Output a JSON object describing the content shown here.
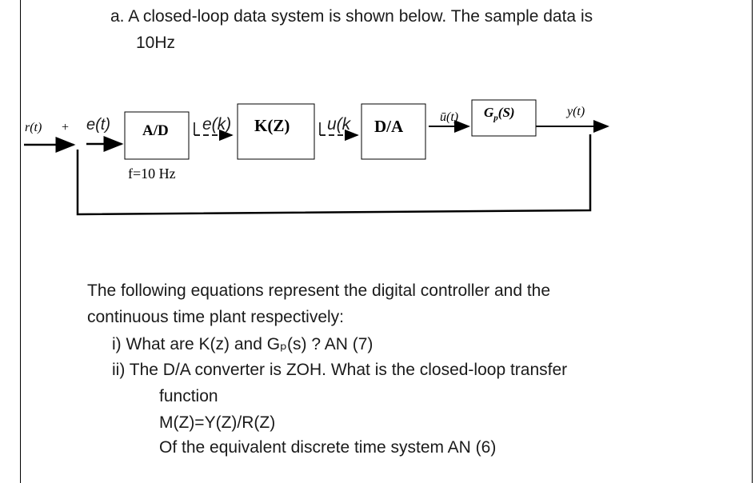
{
  "question": {
    "title_line1": "a. A closed-loop data system is shown below. The sample data is",
    "title_line2": "10Hz"
  },
  "diagram": {
    "input_label": "r(t)",
    "sum_sign": "+",
    "error_label": "e(t)",
    "ad_block": "A/D",
    "sample_label": "f=10 Hz",
    "ek_label": "e(k)",
    "controller_block": "K(Z)",
    "uk_label": "u(k",
    "da_block": "D/A",
    "ubar_label": "ū(t)",
    "plant_block_main": "G",
    "plant_block_sub": "p",
    "plant_block_arg": "(S)",
    "output_label": "y(t)"
  },
  "body": {
    "intro_line1": "The following equations represent the digital controller and the",
    "intro_line2": "continuous time plant respectively:",
    "item1": "i)  What are K(z) and Gₚ(s) ?  AN (7)",
    "item2_line1": "ii) The D/A converter is ZOH. What is the closed-loop transfer",
    "item2_line2": "function",
    "item2_line3": "M(Z)=Y(Z)/R(Z)",
    "item2_line4": "Of the equivalent discrete time system  AN (6)"
  }
}
